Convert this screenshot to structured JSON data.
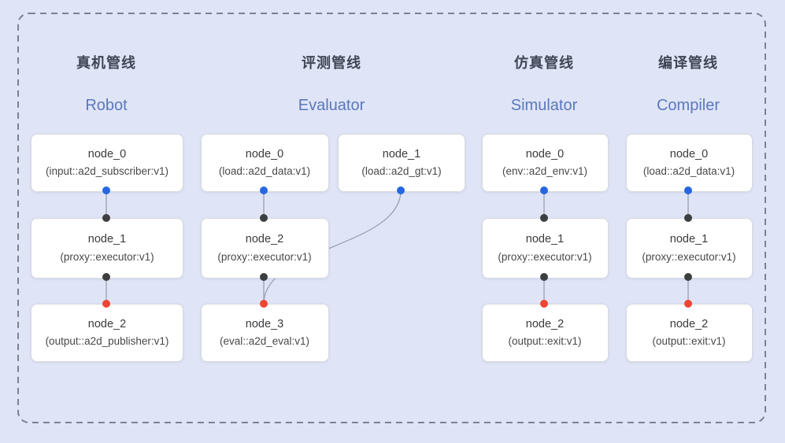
{
  "canvas": {
    "background_color": "#dfe5f6",
    "dashed_border_color": "#7b8290",
    "edge_color": "#98a1b4"
  },
  "port_colors": {
    "blue": "#2766e0",
    "black": "#3e3e40",
    "red": "#ec4632"
  },
  "pipelines": [
    {
      "title_cn": "真机管线",
      "title_en": "Robot",
      "nodes": [
        {
          "name": "node_0",
          "type": "(input::a2d_subscriber:v1)",
          "out": "blue"
        },
        {
          "name": "node_1",
          "type": "(proxy::executor:v1)",
          "in": "black",
          "out": "black"
        },
        {
          "name": "node_2",
          "type": "(output::a2d_publisher:v1)",
          "in": "red"
        }
      ],
      "edges": [
        [
          0,
          1
        ],
        [
          1,
          2
        ]
      ]
    },
    {
      "title_cn": "评测管线",
      "title_en": "Evaluator",
      "nodes": [
        {
          "name": "node_0",
          "type": "(load::a2d_data:v1)",
          "out": "blue"
        },
        {
          "name": "node_1",
          "type": "(load::a2d_gt:v1)",
          "out": "blue"
        },
        {
          "name": "node_2",
          "type": "(proxy::executor:v1)",
          "in": "black",
          "out": "black"
        },
        {
          "name": "node_3",
          "type": "(eval::a2d_eval:v1)",
          "in": "red"
        }
      ],
      "edges": [
        [
          0,
          2
        ],
        [
          2,
          3
        ],
        [
          1,
          3
        ]
      ]
    },
    {
      "title_cn": "仿真管线",
      "title_en": "Simulator",
      "nodes": [
        {
          "name": "node_0",
          "type": "(env::a2d_env:v1)",
          "out": "blue"
        },
        {
          "name": "node_1",
          "type": "(proxy::executor:v1)",
          "in": "black",
          "out": "black"
        },
        {
          "name": "node_2",
          "type": "(output::exit:v1)",
          "in": "red"
        }
      ],
      "edges": [
        [
          0,
          1
        ],
        [
          1,
          2
        ]
      ]
    },
    {
      "title_cn": "编译管线",
      "title_en": "Compiler",
      "nodes": [
        {
          "name": "node_0",
          "type": "(load::a2d_data:v1)",
          "out": "blue"
        },
        {
          "name": "node_1",
          "type": "(proxy::executor:v1)",
          "in": "black",
          "out": "black"
        },
        {
          "name": "node_2",
          "type": "(output::exit:v1)",
          "in": "red"
        }
      ],
      "edges": [
        [
          0,
          1
        ],
        [
          1,
          2
        ]
      ]
    }
  ]
}
